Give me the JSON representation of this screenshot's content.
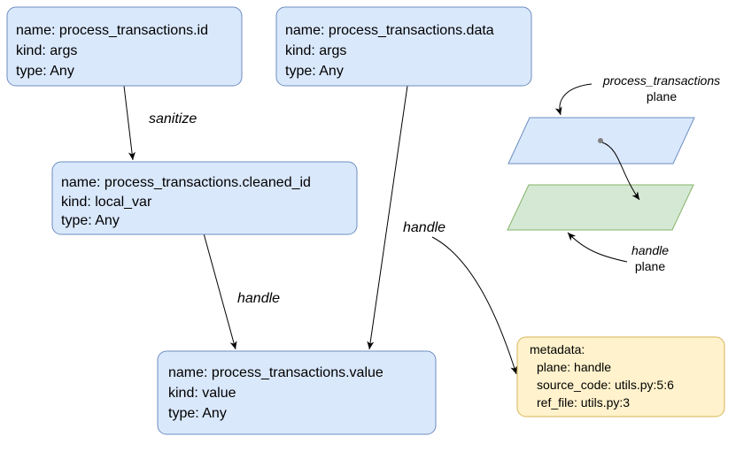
{
  "nodes": {
    "id": {
      "line1": "name: process_transactions.id",
      "line2": "kind: args",
      "line3": "type: Any"
    },
    "data": {
      "line1": "name: process_transactions.data",
      "line2": "kind: args",
      "line3": "type: Any"
    },
    "cleaned_id": {
      "line1": "name: process_transactions.cleaned_id",
      "line2": "kind: local_var",
      "line3": "type: Any"
    },
    "value": {
      "line1": "name: process_transactions.value",
      "line2": "kind: value",
      "line3": "type: Any"
    }
  },
  "edges": {
    "sanitize_label": "sanitize",
    "handle_label_1": "handle",
    "handle_label_2": "handle"
  },
  "metadata": {
    "title": "metadata:",
    "plane": "plane: handle",
    "source_code": "source_code: utils.py:5:6",
    "ref_file": "ref_file: utils.py:3"
  },
  "planes": {
    "top_name": "process_transactions",
    "top_suffix": "plane",
    "bottom_name": "handle",
    "bottom_suffix": "plane"
  },
  "colors": {
    "node_fill": "#dae8fc",
    "node_stroke": "#6c8ebf",
    "meta_fill": "#fff2cc",
    "meta_stroke": "#d6b656",
    "plane_bottom_fill": "#d5e8d4",
    "plane_bottom_stroke": "#82b366"
  }
}
